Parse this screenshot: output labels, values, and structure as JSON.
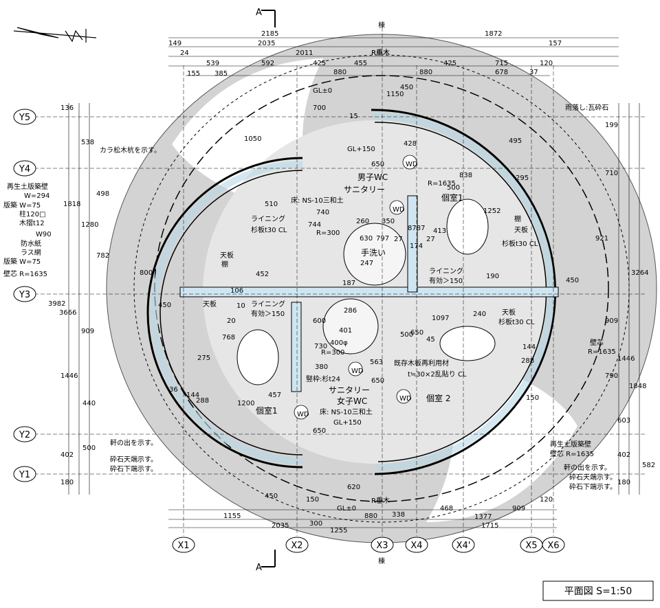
{
  "title": "平面図 S=1:50",
  "axes": {
    "x": [
      "X1",
      "X2",
      "X3",
      "X4",
      "X4'",
      "X5",
      "X6"
    ],
    "y": [
      "Y5",
      "Y4",
      "Y3",
      "Y2",
      "Y1"
    ]
  },
  "section_mark": "A",
  "ridge": "棟",
  "rooms": {
    "male_wc": "男子WC",
    "female_wc": "女子WC",
    "sanitary": "サニタリー",
    "private1": "個室1",
    "private2": "個室 2",
    "wash": "手洗い"
  },
  "notes": {
    "gl0": "GL±0",
    "gl150": "GL+150",
    "rafter": "R垂木",
    "gravel": "雨落し:瓦砕石",
    "larch": "カラ松木杭を示す。",
    "eaves": "軒の出を示す。",
    "gravel_top": "砕石天端示す。",
    "gravel_bottom": "砕石下端示す。",
    "floor": "床: NS-10三和土",
    "lining": "ライニング",
    "lining_eff": "有効＞150",
    "cedar_cl": "杉板t30 CL",
    "ceiling_shelf": "天板",
    "shelf": "棚",
    "vertical_frame": "竪枠:杉t24",
    "reuse_board": "既存木板再利用材",
    "board_spec": "t≒30×2乱貼り CL",
    "wall_core": "壁芯",
    "wall_core_r": "R=1635",
    "r300": "R=300",
    "dia400": "400φ",
    "wd": "WD"
  },
  "legend": {
    "l1": "再生土版築壁",
    "l2": "W=294",
    "l3": "版築 W=75",
    "l4": "柱120□",
    "l5": "木摺t12",
    "l6": "W90",
    "l7": "防水紙",
    "l8": "ラス網",
    "l9": "版築 W=75",
    "l10": "壁芯 R=1635"
  },
  "right_notes": {
    "core": "壁芯",
    "core_r": "R=1635",
    "wall": "再生土版築壁",
    "wall_r": "壁芯 R=1635",
    "eaves": "軒の出を示す。",
    "top": "砕石天端示す。",
    "bottom": "砕石下端示す。"
  },
  "dims_top": {
    "a": "2185",
    "b": "1872",
    "c": "149",
    "d": "2035",
    "e": "157",
    "f": "24",
    "g": "2011",
    "h": "R垂木",
    "i": "539",
    "j": "592",
    "k": "425",
    "l": "455",
    "m": "425",
    "n": "715",
    "o": "120",
    "p": "155",
    "q": "385",
    "r": "880",
    "s": "880",
    "t": "678",
    "u": "37"
  },
  "dims_bottom": {
    "a": "620",
    "b": "120",
    "c": "338",
    "d": "468",
    "e": "909",
    "f": "1155",
    "g": "880",
    "h": "1377",
    "i": "2035",
    "j": "1715",
    "k": "1255",
    "l": "300"
  },
  "dims_left": {
    "a": "136",
    "b": "538",
    "c": "1818",
    "d": "498",
    "e": "1280",
    "f": "782",
    "g": "3982",
    "h": "3666",
    "i": "909",
    "j": "1446",
    "k": "440",
    "l": "500",
    "m": "402",
    "n": "180"
  },
  "dims_right": {
    "a": "199",
    "b": "710",
    "c": "3264",
    "d": "921",
    "e": "909",
    "f": "1848",
    "g": "1446",
    "h": "790",
    "i": "603",
    "j": "402",
    "k": "582",
    "l": "180"
  },
  "dims_inner": {
    "d1050": "1050",
    "d700": "700",
    "d15": "15",
    "d1150": "1150",
    "d450": "450",
    "d428": "428",
    "d650": "650",
    "d1635": "R=1635",
    "d838": "838",
    "d500": "500",
    "d495": "495",
    "d295": "295",
    "d1252": "1252",
    "d510": "510",
    "d740": "740",
    "d260": "260",
    "d350": "350",
    "d413": "413",
    "d744": "744",
    "d630": "630",
    "d797": "797",
    "d27": "27",
    "d174": "174",
    "d8787": "8787",
    "d247": "247",
    "d800": "800",
    "d452": "452",
    "d190": "190",
    "d1097": "1097",
    "d240": "240",
    "d768": "768",
    "d401": "401",
    "d286": "286",
    "d730": "730",
    "d380": "380",
    "d563": "563",
    "d275": "275",
    "d1200": "1200",
    "d457": "457",
    "d36": "36",
    "d144": "144",
    "d288": "288",
    "d600": "600",
    "d20": "20",
    "d10": "10",
    "d106": "106",
    "d150": "150",
    "d45": "45",
    "d187": "187"
  }
}
